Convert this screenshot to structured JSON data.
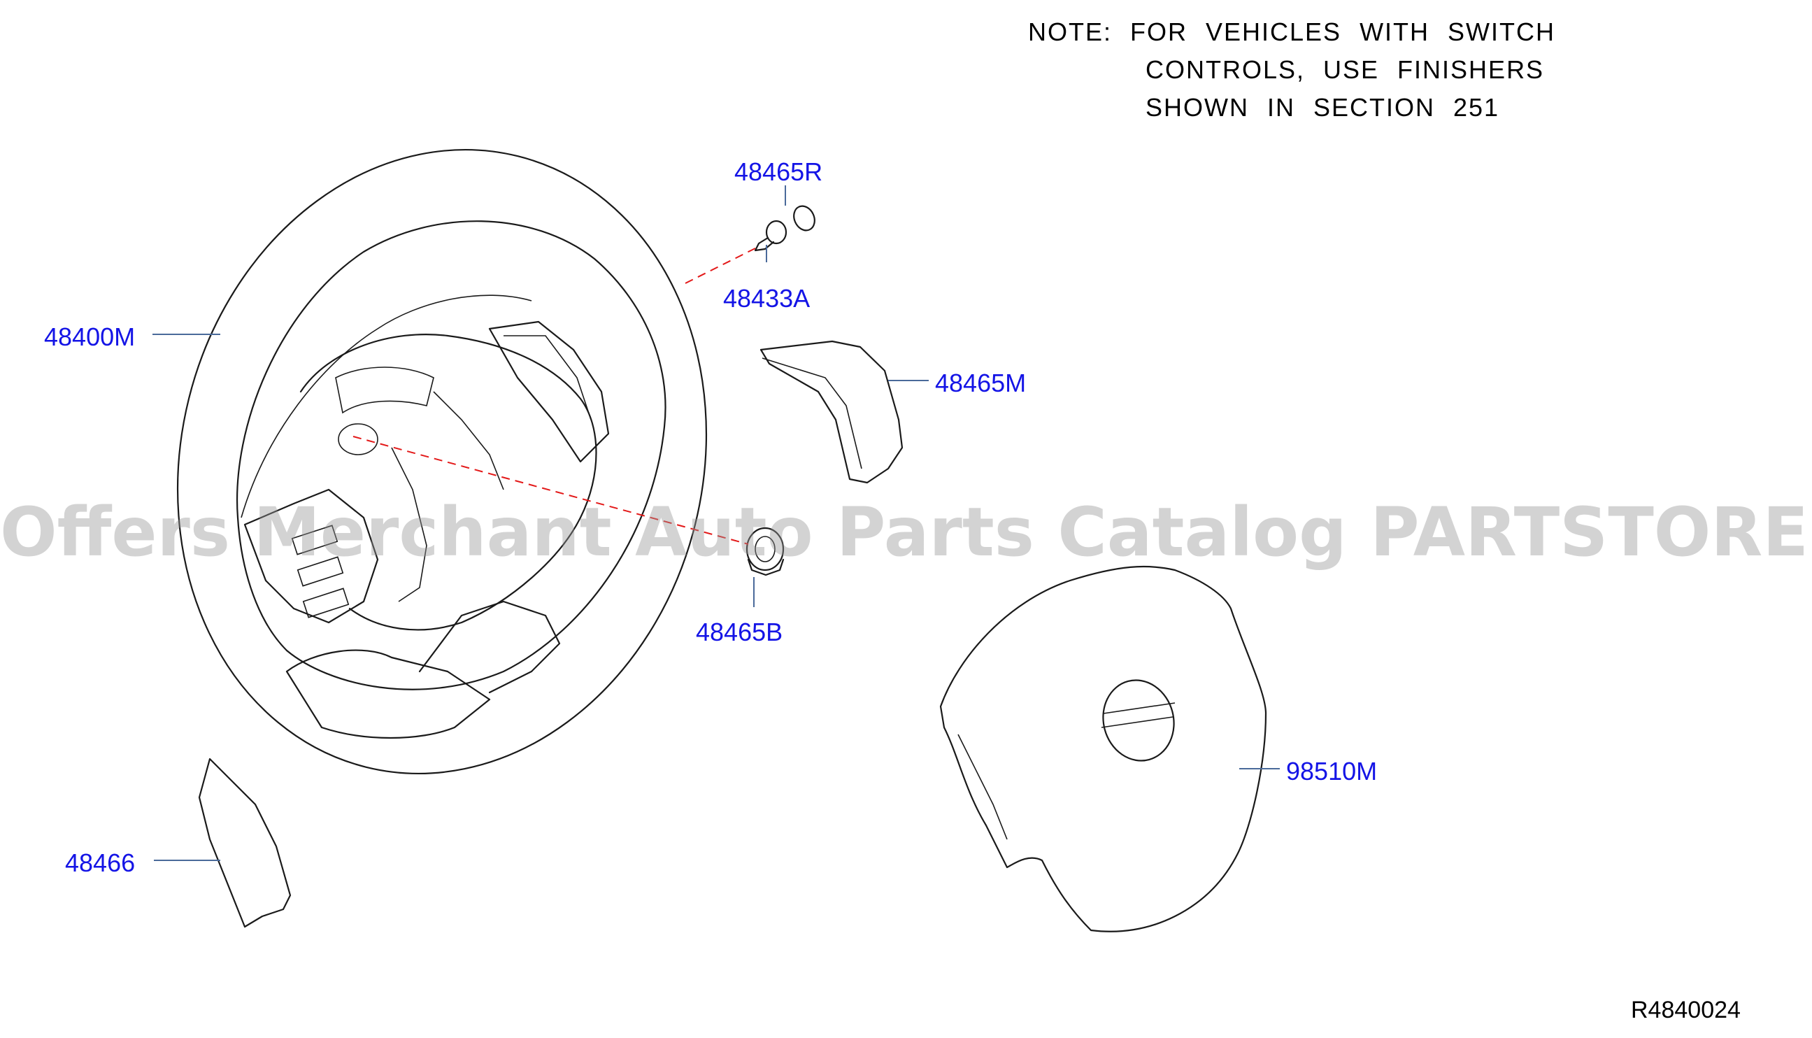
{
  "note": {
    "line1": "NOTE:  FOR  VEHICLES  WITH  SWITCH",
    "line2": "CONTROLS,  USE  FINISHERS",
    "line3": "SHOWN  IN  SECTION  251"
  },
  "parts": [
    {
      "id": "48400M",
      "label": "48400M"
    },
    {
      "id": "48465R",
      "label": "48465R"
    },
    {
      "id": "48433A",
      "label": "48433A"
    },
    {
      "id": "48465M",
      "label": "48465M"
    },
    {
      "id": "48465B",
      "label": "48465B"
    },
    {
      "id": "98510M",
      "label": "98510M"
    },
    {
      "id": "48466",
      "label": "48466"
    }
  ],
  "reference": "R4840024",
  "watermark": "Offers Merchant Auto Parts Catalog PARTSTORE.SA",
  "colors": {
    "label": "#1414e6",
    "leader": "#4a6a9a",
    "dashed_center": "#e31919",
    "line": "#1a1a1a"
  }
}
